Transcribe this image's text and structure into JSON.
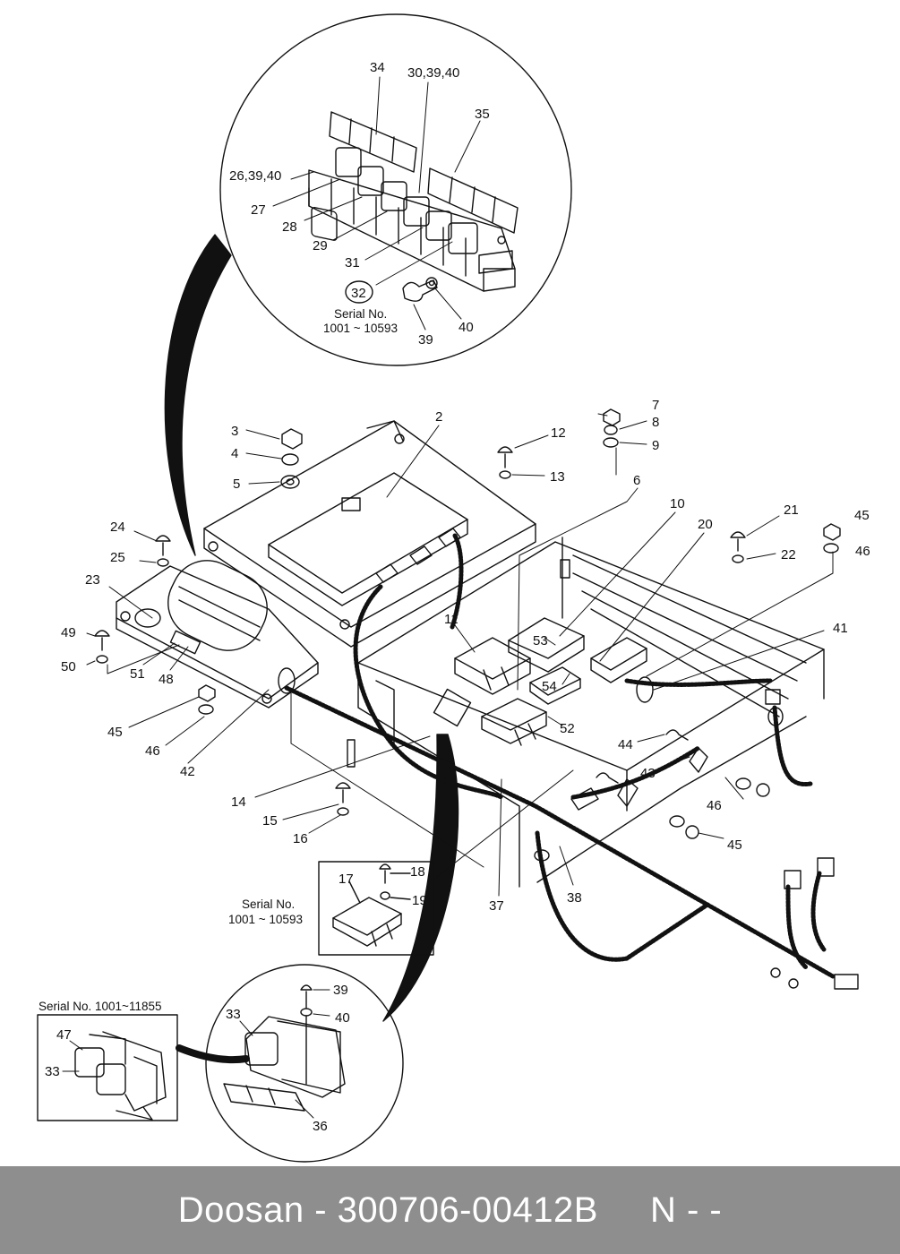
{
  "callouts": {
    "c34": "34",
    "c30_39_40": "30,39,40",
    "c35": "35",
    "c26_39_40": "26,39,40",
    "c27": "27",
    "c28": "28",
    "c29": "29",
    "c31": "31",
    "c32": "32",
    "c39a": "39",
    "c40a": "40",
    "c3": "3",
    "c4": "4",
    "c5": "5",
    "c2": "2",
    "c12": "12",
    "c13": "13",
    "c7": "7",
    "c8": "8",
    "c9": "9",
    "c6": "6",
    "c10": "10",
    "c20": "20",
    "c21": "21",
    "c22": "22",
    "c45a": "45",
    "c46a": "46",
    "c24": "24",
    "c25": "25",
    "c23": "23",
    "c11": "11",
    "c53": "53",
    "c41": "41",
    "c49": "49",
    "c50": "50",
    "c51": "51",
    "c48": "48",
    "c54": "54",
    "c52": "52",
    "c45b": "45",
    "c46b": "46",
    "c42": "42",
    "c44": "44",
    "c43": "43",
    "c46c": "46",
    "c45c": "45",
    "c14": "14",
    "c15": "15",
    "c16": "16",
    "c17": "17",
    "c18": "18",
    "c19": "19",
    "c37": "37",
    "c38": "38",
    "c39b": "39",
    "c40b": "40",
    "c33a": "33",
    "c36": "36",
    "c47": "47",
    "c33b": "33"
  },
  "notes": {
    "serial_top_1": "Serial No.",
    "serial_top_2": "1001 ~ 10593",
    "serial_mid_1": "Serial No.",
    "serial_mid_2": "1001 ~ 10593",
    "serial_bottom": "Serial No. 1001~11855"
  },
  "footer": {
    "brand": "Doosan",
    "separator": " - ",
    "part_number": "300706-00412B",
    "suffix": "N - -"
  },
  "colors": {
    "footer_bg": "#8e8e8e",
    "line": "#111111"
  }
}
